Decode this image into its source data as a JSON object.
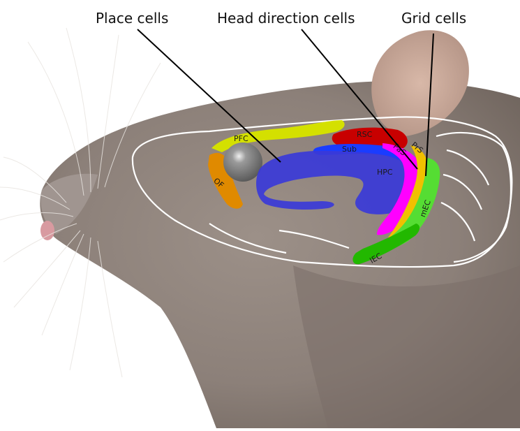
{
  "labels": {
    "place_cells": "Place cells",
    "head_direction_cells": "Head direction cells",
    "grid_cells": "Grid cells"
  },
  "regions": {
    "pfc": "PFC",
    "of": "OF",
    "rsc": "RSC",
    "sub": "Sub",
    "hpc": "HPC",
    "pas": "PaS",
    "prs": "PrS",
    "mec": "mEC",
    "lec": "lEC"
  },
  "colors": {
    "background": "#ffffff",
    "fur": "#8c8079",
    "pfc": "#d4e000",
    "of": "#e08a00",
    "rsc": "#c80000",
    "sub": "#1a3cff",
    "hpc": "#3a3ad8",
    "pas": "#ff00ff",
    "prs": "#f0c000",
    "mec": "#55dd33",
    "lec": "#22b800",
    "amygdala": "#777777",
    "outline": "#ffffff",
    "leader_line": "#000000"
  }
}
